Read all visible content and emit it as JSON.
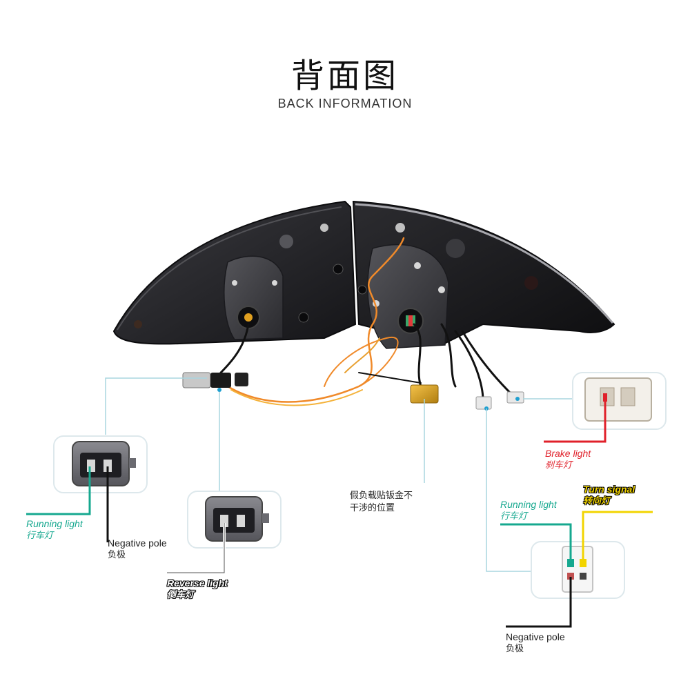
{
  "header": {
    "title_cn": "背面图",
    "title_en": "BACK INFORMATION"
  },
  "callouts": {
    "left_running": {
      "en": "Running light",
      "cn": "行车灯"
    },
    "left_negative": {
      "en": "Negative pole",
      "cn": "负极"
    },
    "reverse": {
      "en": "Reverse light",
      "cn": "倒车灯"
    },
    "dummy_load": {
      "line1": "假负载贴钣金不",
      "line2": "干涉的位置"
    },
    "brake": {
      "en": "Brake light",
      "cn": "刹车灯"
    },
    "turn": {
      "en": "Turn signal",
      "cn": "转向灯"
    },
    "right_running": {
      "en": "Running light",
      "cn": "行车灯"
    },
    "right_negative": {
      "en": "Negative pole",
      "cn": "负极"
    }
  },
  "colors": {
    "teal": "#16a88f",
    "red": "#e0202a",
    "yellow": "#f2d400",
    "guide": "#a9d6df",
    "wire_orange": "#f08a2a"
  }
}
